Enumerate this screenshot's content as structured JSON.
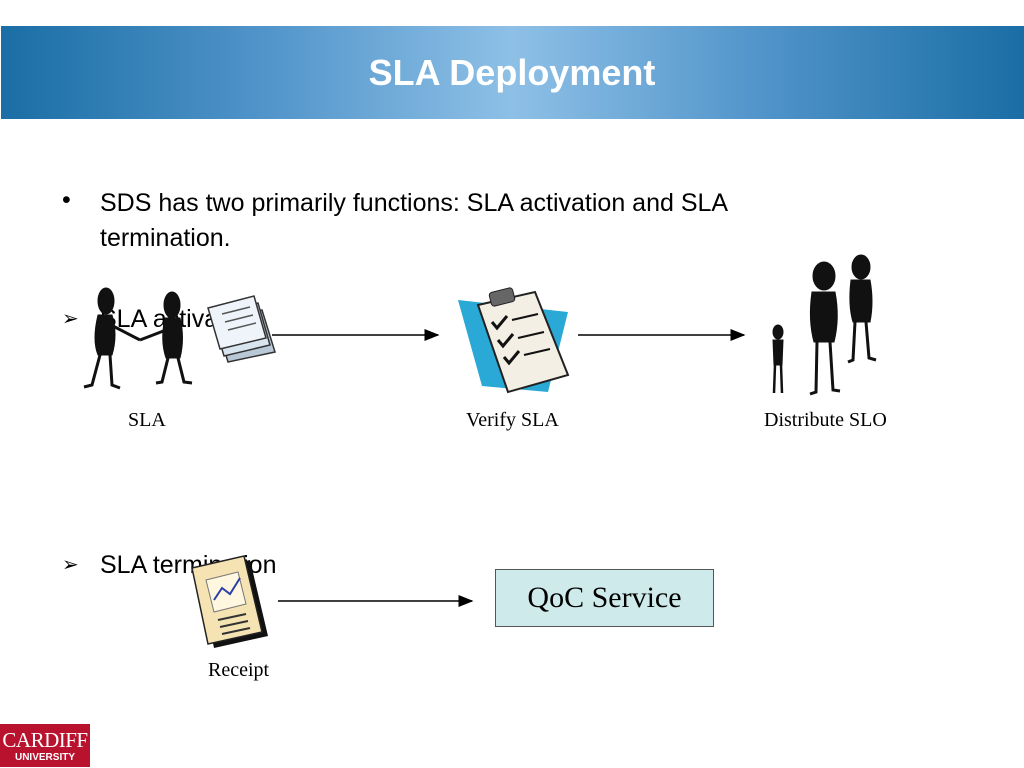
{
  "slide": {
    "title": "SLA Deployment",
    "bullets": [
      {
        "marker": "•",
        "text": "SDS has two primarily functions: SLA activation and SLA termination."
      },
      {
        "marker": "➢",
        "text": "SLA activation"
      },
      {
        "marker": "➢",
        "text": "SLA termination"
      }
    ]
  },
  "diagram": {
    "activation_steps": [
      "SLA",
      "Verify SLA",
      "Distribute SLO"
    ],
    "termination_steps": [
      "Receipt"
    ],
    "service_box": "QoC Service"
  },
  "logo": {
    "name": "CARDIFF",
    "subtitle": "UNIVERSITY"
  },
  "colors": {
    "title_gradient_dark": "#1a6ea5",
    "title_gradient_light": "#8ec0e6",
    "service_box_fill": "#cfeaea",
    "logo_red": "#b9122e"
  }
}
